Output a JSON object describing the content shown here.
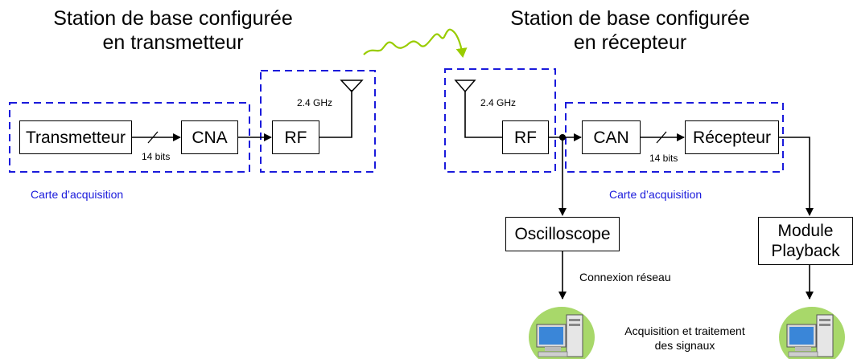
{
  "titles": {
    "left": [
      "Station de base configurée",
      "en transmetteur"
    ],
    "right": [
      "Station de base configurée",
      "en récepteur"
    ]
  },
  "blocks": {
    "transmetteur": "Transmetteur",
    "cna": "CNA",
    "rf_left": "RF",
    "rf_right": "RF",
    "can": "CAN",
    "recepteur": "Récepteur",
    "oscilloscope": "Oscilloscope",
    "module_playback": [
      "Module",
      "Playback"
    ]
  },
  "labels": {
    "bits_left": "14 bits",
    "bits_right": "14 bits",
    "freq_left": "2.4 GHz",
    "freq_right": "2.4 GHz",
    "carte_left": "Carte d’acquisition",
    "carte_right": "Carte d’acquisition",
    "connexion": "Connexion réseau",
    "acquisition": [
      "Acquisition et traitement",
      "des signaux"
    ]
  },
  "colors": {
    "dashed_border": "#1a1adb",
    "carte_label": "#1a1adb",
    "wireless_arrow": "#99cc00",
    "pc_disc": "#a8d86a",
    "pc_screen": "#3a86d8"
  },
  "icons": [
    "computer-icon",
    "antenna-icon",
    "wireless-signal-icon"
  ]
}
